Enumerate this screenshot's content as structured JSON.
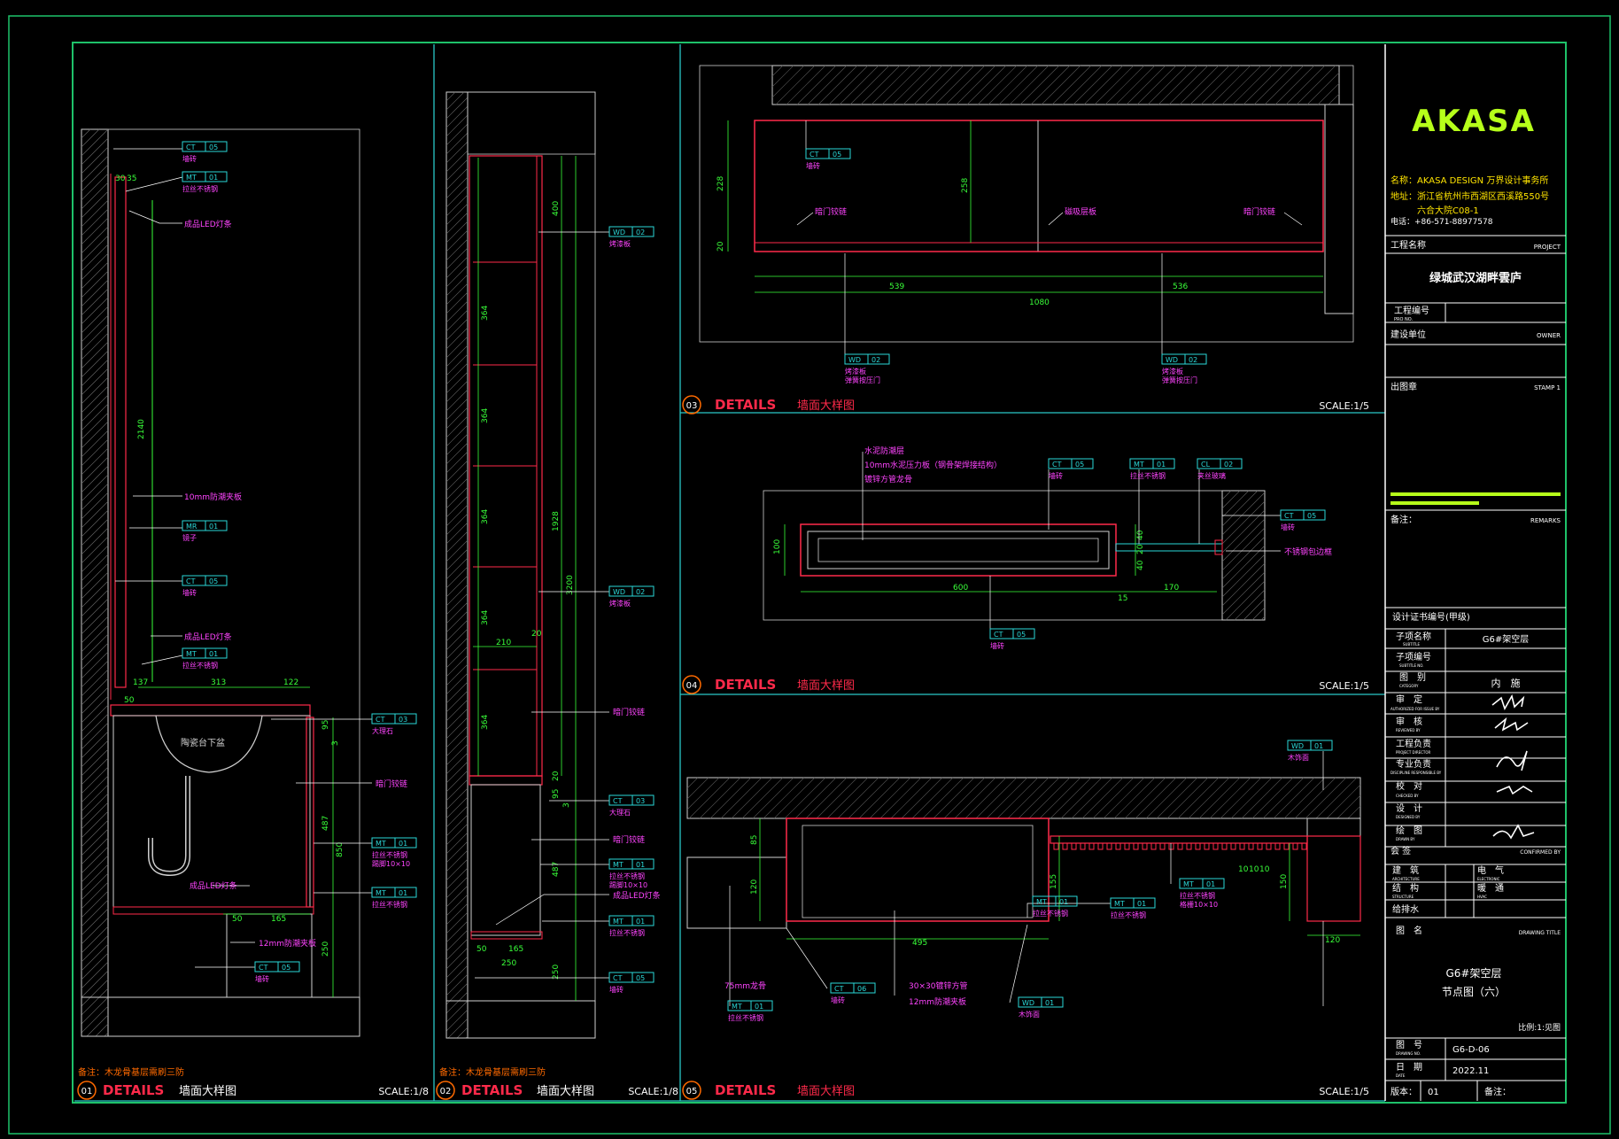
{
  "colors": {
    "frame": "#1ec26a",
    "panel": "#2ac8c8",
    "wall": "#cfcfcf",
    "red": "#ff2a4a",
    "green": "#39ff39",
    "magenta": "#ff44ff",
    "cyan": "#2ad8d8",
    "white": "#ffffff",
    "yellow": "#ffe400",
    "orange": "#ff6a00",
    "brand": "#b6ff1a"
  },
  "title_block": {
    "logo": "AKASA",
    "firm_name": "名称：AKASA DESIGN 万界设计事务所",
    "firm_addr1": "地址：浙江省杭州市西湖区西溪路550号",
    "firm_addr2": "六合大院C08-1",
    "firm_tel": "电话：+86-571-88977578",
    "project_label": "工程名称",
    "project_label_en": "PROJECT",
    "project_name": "绿城武汉湖畔雲庐",
    "project_no_label": "工程编号",
    "project_no_label_en": "PRO NO.",
    "owner_label": "建设单位",
    "owner_label_en": "OWNER",
    "stamp_label": "出图章",
    "stamp_label_en": "STAMP 1",
    "remarks_label": "备注：",
    "remarks_label_en": "REMARKS",
    "cert_label": "设计证书编号(甲级)",
    "subtitle_label": "子项名称",
    "subtitle_label_en": "SUBTITLE",
    "subtitle_value": "G6#架空层",
    "subtitle_no_label": "子项编号",
    "subtitle_no_label_en": "SUBTITLE NO.",
    "category_label": "图　别",
    "category_label_en": "CATEGORY",
    "category_value": "内　施",
    "approved_label": "审　定",
    "approved_label_en": "AUTHORIZED FOR ISSUE BY",
    "reviewed_label": "审　核",
    "reviewed_label_en": "REVIEWED BY",
    "director_label": "工程负责",
    "director_label_en": "PROJECT DIRECTOR",
    "discipline_label": "专业负责",
    "discipline_label_en": "DISCIPLINE RESPONSIBLE BY",
    "checked_label": "校　对",
    "checked_label_en": "CHECKED BY",
    "designed_label": "设　计",
    "designed_label_en": "DESIGNED BY",
    "drawn_label": "绘　图",
    "drawn_label_en": "DRAWN BY",
    "sign_label": "会 签",
    "sign_label_en": "CONFIRMED BY",
    "arch_label": "建　筑",
    "arch_label_en": "ARCHITECTURE",
    "elec_label": "电　气",
    "elec_label_en": "ELECTRONIC",
    "struct_label": "结　构",
    "struct_label_en": "STRUCTURE",
    "hvac_label": "暖　通",
    "hvac_label_en": "HVAC",
    "water_label": "给排水",
    "drawing_title_label": "图　名",
    "drawing_title_label_en": "DRAWING TITLE",
    "drawing_title_1": "G6#架空层",
    "drawing_title_2": "节点图（六）",
    "scale_note": "比例:1:见图",
    "drawing_no_label": "图　号",
    "drawing_no_label_en": "DRAWING NO.",
    "drawing_no": "G6-D-06",
    "date_label": "日　期",
    "date_label_en": "DATE",
    "date": "2022.11",
    "version_label": "版本：",
    "version": "01",
    "note_label": "备注："
  },
  "panels": [
    {
      "no": "01",
      "title_en": "DETAILS",
      "title_cn": "墙面大样图",
      "scale": "SCALE:1/8",
      "note": "备注：木龙骨基层需刷三防"
    },
    {
      "no": "02",
      "title_en": "DETAILS",
      "title_cn": "墙面大样图",
      "scale": "SCALE:1/8",
      "note": "备注：木龙骨基层需刷三防"
    },
    {
      "no": "03",
      "title_en": "DETAILS",
      "title_cn": "墙面大样图",
      "scale": "SCALE:1/5"
    },
    {
      "no": "04",
      "title_en": "DETAILS",
      "title_cn": "墙面大样图",
      "scale": "SCALE:1/5"
    },
    {
      "no": "05",
      "title_en": "DETAILS",
      "title_cn": "墙面大样图",
      "scale": "SCALE:1/5"
    }
  ],
  "p1": {
    "tags": [
      {
        "code": "CT",
        "no": "05",
        "label": "墙砖"
      },
      {
        "code": "MT",
        "no": "01",
        "label": "拉丝不锈钢"
      },
      {
        "code": "MR",
        "no": "01",
        "label": "镜子"
      },
      {
        "code": "CT",
        "no": "05",
        "label": "墙砖"
      },
      {
        "code": "MT",
        "no": "01",
        "label": "拉丝不锈钢"
      },
      {
        "code": "CT",
        "no": "03",
        "label": "大理石"
      },
      {
        "code": "MT",
        "no": "01",
        "label": "拉丝不锈钢",
        "label2": "踢脚10×10"
      },
      {
        "code": "MT",
        "no": "01",
        "label": "拉丝不锈钢"
      },
      {
        "code": "CT",
        "no": "05",
        "label": "墙砖"
      }
    ],
    "notes": [
      "成品LED灯条",
      "10mm防潮夹板",
      "成品LED灯条",
      "暗门铰链",
      "成品LED灯条",
      "12mm防潮夹板"
    ],
    "basin": "陶瓷台下盆",
    "dims": [
      "30",
      "35",
      "2140",
      "137",
      "313",
      "122",
      "50",
      "95",
      "487",
      "850",
      "50",
      "165",
      "250",
      "3"
    ]
  },
  "p2": {
    "tags": [
      {
        "code": "WD",
        "no": "02",
        "label": "烤漆板"
      },
      {
        "code": "WD",
        "no": "02",
        "label": "烤漆板"
      },
      {
        "code": "CT",
        "no": "03",
        "label": "大理石"
      },
      {
        "code": "MT",
        "no": "01",
        "label": "拉丝不锈钢",
        "label2": "踢脚10×10"
      },
      {
        "code": "MT",
        "no": "01",
        "label": "拉丝不锈钢"
      },
      {
        "code": "CT",
        "no": "05",
        "label": "墙砖"
      }
    ],
    "notes": [
      "暗门铰链",
      "暗门铰链",
      "成品LED灯条"
    ],
    "dims": [
      "400",
      "364",
      "364",
      "364",
      "364",
      "364",
      "1928",
      "3200",
      "210",
      "20",
      "20",
      "95",
      "487",
      "50",
      "165",
      "250",
      "250",
      "3"
    ]
  },
  "p3": {
    "tags": [
      {
        "code": "CT",
        "no": "05",
        "label": "墙砖"
      },
      {
        "code": "WD",
        "no": "02",
        "label": "烤漆板",
        "label2": "弹簧按压门"
      },
      {
        "code": "WD",
        "no": "02",
        "label": "烤漆板",
        "label2": "弹簧按压门"
      }
    ],
    "notes": [
      "暗门铰链",
      "磁吸层板",
      "暗门铰链"
    ],
    "dims": [
      "228",
      "258",
      "20",
      "539",
      "536",
      "1080"
    ]
  },
  "p4": {
    "tags": [
      {
        "code": "CT",
        "no": "05",
        "label": "墙砖"
      },
      {
        "code": "MT",
        "no": "01",
        "label": "拉丝不锈钢"
      },
      {
        "code": "CL",
        "no": "02",
        "label": "夹丝玻璃"
      },
      {
        "code": "CT",
        "no": "05",
        "label": "墙砖"
      },
      {
        "code": "CT",
        "no": "05",
        "label": "墙砖"
      }
    ],
    "notes": [
      "水泥防潮层",
      "10mm水泥压力板（钢骨架焊接结构）",
      "镀锌方管龙骨",
      "不锈钢包边框"
    ],
    "dims": [
      "100",
      "40",
      "20",
      "40",
      "600",
      "170",
      "15"
    ]
  },
  "p5": {
    "tags": [
      {
        "code": "WD",
        "no": "01",
        "label": "木饰面"
      },
      {
        "code": "MT",
        "no": "01",
        "label": "拉丝不锈钢"
      },
      {
        "code": "MT",
        "no": "01",
        "label": "拉丝不锈钢",
        "label2": "格栅10×10"
      },
      {
        "code": "MT",
        "no": "01",
        "label": "拉丝不锈钢"
      },
      {
        "code": "MT",
        "no": "01",
        "label": "拉丝不锈钢"
      },
      {
        "code": "CT",
        "no": "06",
        "label": "墙砖"
      },
      {
        "code": "WD",
        "no": "01",
        "label": "木饰面"
      }
    ],
    "notes": [
      "75mm龙骨",
      "30×30镀锌方管",
      "12mm防潮夹板"
    ],
    "dims": [
      "85",
      "120",
      "155",
      "495",
      "150",
      "120",
      "10",
      "10",
      "10"
    ]
  }
}
